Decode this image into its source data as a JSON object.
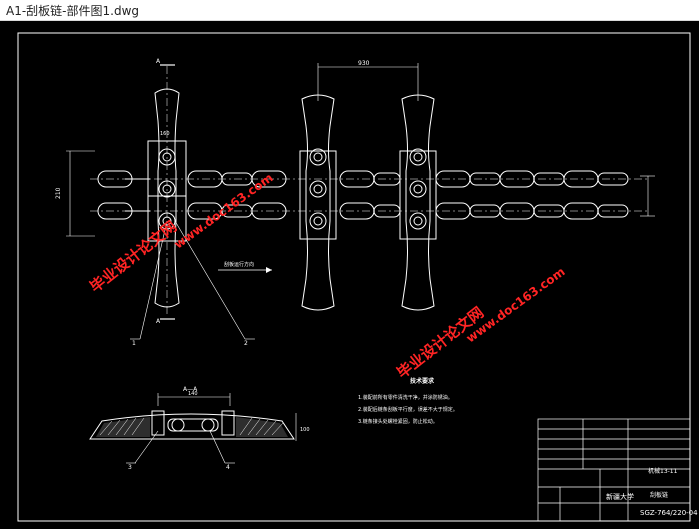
{
  "window": {
    "title": "A1-刮板链-部件图1.dwg"
  },
  "drawing": {
    "labels": {
      "section_top": "A",
      "section_bottom": "A",
      "dim_pitch": "930",
      "dim_width": "210",
      "dim_small": "160",
      "direction_text": "刮板运行方向",
      "callout_1": "1",
      "callout_2": "2",
      "callout_3": "3",
      "callout_4": "4",
      "section_title": "A—A",
      "section_dim": "140"
    },
    "notes": {
      "title": "技术要求",
      "items": [
        "1.装配前所有零件清洗干净，并涂防锈油。",
        "2.装配后链条刮板平行度，误差不大于规定。",
        "3.链条接头处螺栓紧固，防止松动。"
      ]
    },
    "title_block": {
      "university": "新疆大学",
      "class": "机械13-11",
      "drawing_name": "刮板链",
      "drawing_number": "SGZ-764/220-04"
    },
    "watermarks": [
      "毕业设计论文网",
      "www.doc163.com",
      "毕业设计论文网",
      "www.doc163.com"
    ],
    "colors": {
      "line": "#ffffff",
      "watermark": "#ff2424",
      "background": "#000000"
    }
  }
}
